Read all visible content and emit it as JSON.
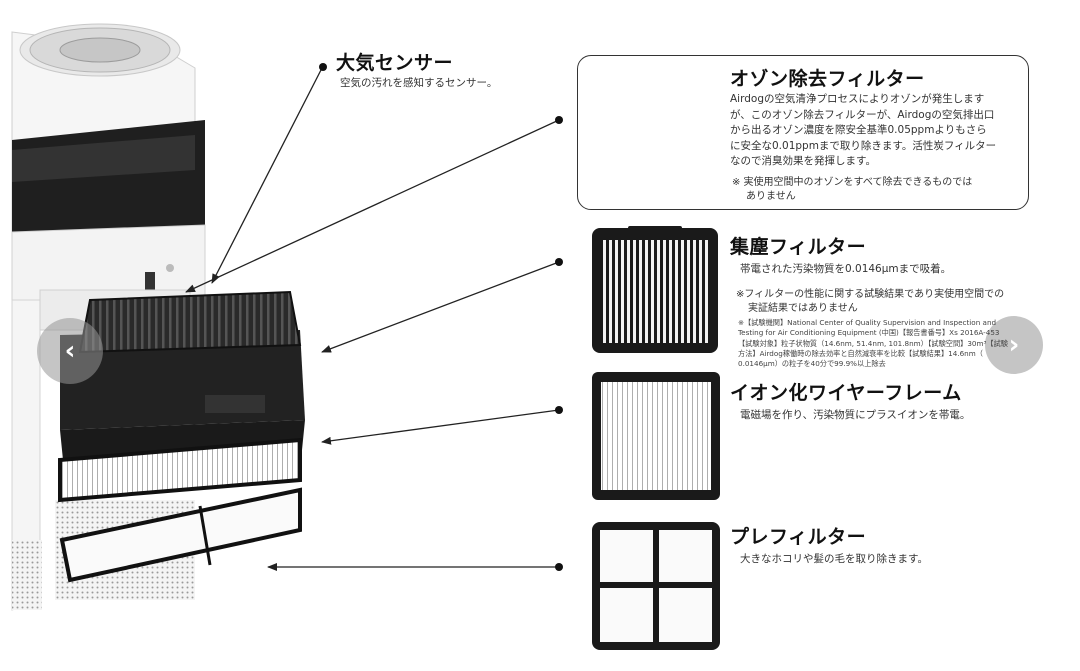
{
  "sections": {
    "sensor": {
      "title": "大気センサー",
      "desc": "空気の汚れを感知するセンサー。"
    },
    "ozone": {
      "title": "オゾン除去フィルター",
      "desc_lines": [
        "Airdogの空気清浄プロセスによりオゾンが発生します",
        "が、このオゾン除去フィルターが、Airdogの空気排出口",
        "から出るオゾン濃度を際安全基準0.05ppmよりもさら",
        "に安全な0.01ppmまで取り除きます。活性炭フィルター",
        "なので消臭効果を発揮します。"
      ],
      "note_lines": [
        "※ 実使用空間中のオゾンをすべて除去できるものでは",
        "ありません"
      ]
    },
    "collector": {
      "title": "集塵フィルター",
      "desc": "帯電された汚染物質を0.0146μmまで吸着。",
      "note_lines": [
        "※フィルターの性能に関する試験結果であり実使用空間での",
        "実証結果ではありません"
      ],
      "test_lines": [
        "※【試験機関】National Center of Quality Supervision and Inspection and",
        "Testing for Air Conditioning Equipment (中国)【報告書番号】Xs 2016A-453",
        "【試験対象】粒子状物質（14.6nm, 51.4nm, 101.8nm）【試験空間】30m³【試験",
        "方法】Airdog稼働時の除去効率と自然減衰率を比較【試験結果】14.6nm（",
        "0.0146μm）の粒子を40分で99.9%以上除去"
      ]
    },
    "ion": {
      "title": "イオン化ワイヤーフレーム",
      "desc": "電磁場を作り、汚染物質にプラスイオンを帯電。"
    },
    "prefilter": {
      "title": "プレフィルター",
      "desc": "大きなホコリや髪の毛を取り除きます。"
    }
  },
  "nav": {
    "prev_icon": "chevron-left-icon",
    "next_icon": "chevron-right-icon"
  },
  "colors": {
    "ozone_filter": "#8b1a1a",
    "frame": "#1a1a1a",
    "device_band": "#1f1f1f"
  }
}
